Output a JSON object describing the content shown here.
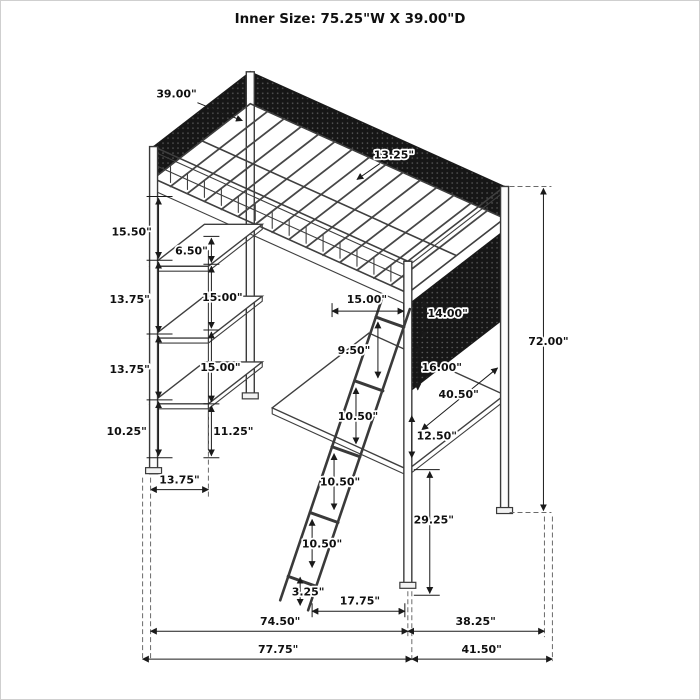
{
  "title": "Inner Size: 75.25\"W X 39.00\"D",
  "colors": {
    "line": "#3f3f3f",
    "panel": "#161616",
    "dim_text": "#101010",
    "background": "#ffffff"
  },
  "dims": {
    "depth_top": "39.00\"",
    "rail_height": "13.25\"",
    "left_outer_1": "15.50\"",
    "left_outer_2": "13.75\"",
    "left_outer_3": "13.75\"",
    "left_outer_4": "10.25\"",
    "left_inner_1": "6.50\"",
    "left_inner_2": "15.00\"",
    "left_inner_3": "15.00\"",
    "left_inner_4": "11.25\"",
    "shelf_depth": "13.75\"",
    "front_rail_gap": "15.00\"",
    "ladder_gap_1": "9.50\"",
    "ladder_gap_2": "10.50\"",
    "ladder_gap_3": "10.50\"",
    "ladder_gap_4": "10.50\"",
    "ladder_bottom": "3.25\"",
    "ladder_foot_offset": "17.75\"",
    "right_panel_width": "14.00\"",
    "right_panel_height": "16.00\"",
    "desk_width": "40.50\"",
    "desk_gap": "12.50\"",
    "desk_floor_height": "29.25\"",
    "overall_height": "72.00\"",
    "bottom_width_inner": "74.50\"",
    "bottom_depth_right_inner": "38.25\"",
    "bottom_width_outer": "77.75\"",
    "bottom_depth_right_outer": "41.50\""
  }
}
